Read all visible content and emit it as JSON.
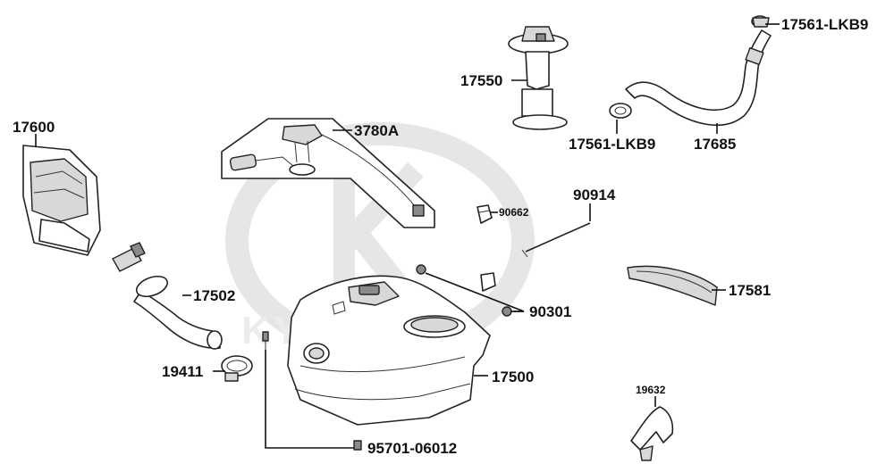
{
  "parts": [
    {
      "id": "p17600",
      "label": "17600"
    },
    {
      "id": "p3780a",
      "label": "3780A"
    },
    {
      "id": "p17550",
      "label": "17550"
    },
    {
      "id": "p17561a",
      "label": "17561-LKB9"
    },
    {
      "id": "p17561b",
      "label": "17561-LKB9"
    },
    {
      "id": "p17685",
      "label": "17685"
    },
    {
      "id": "p90662",
      "label": "90662"
    },
    {
      "id": "p90914",
      "label": "90914"
    },
    {
      "id": "p17502",
      "label": "17502"
    },
    {
      "id": "p90301",
      "label": "90301"
    },
    {
      "id": "p17581",
      "label": "17581"
    },
    {
      "id": "p19411",
      "label": "19411"
    },
    {
      "id": "p17500",
      "label": "17500"
    },
    {
      "id": "p19632",
      "label": "19632"
    },
    {
      "id": "p95701",
      "label": "95701-06012"
    }
  ],
  "watermark": {
    "brand": "KYMCO"
  }
}
